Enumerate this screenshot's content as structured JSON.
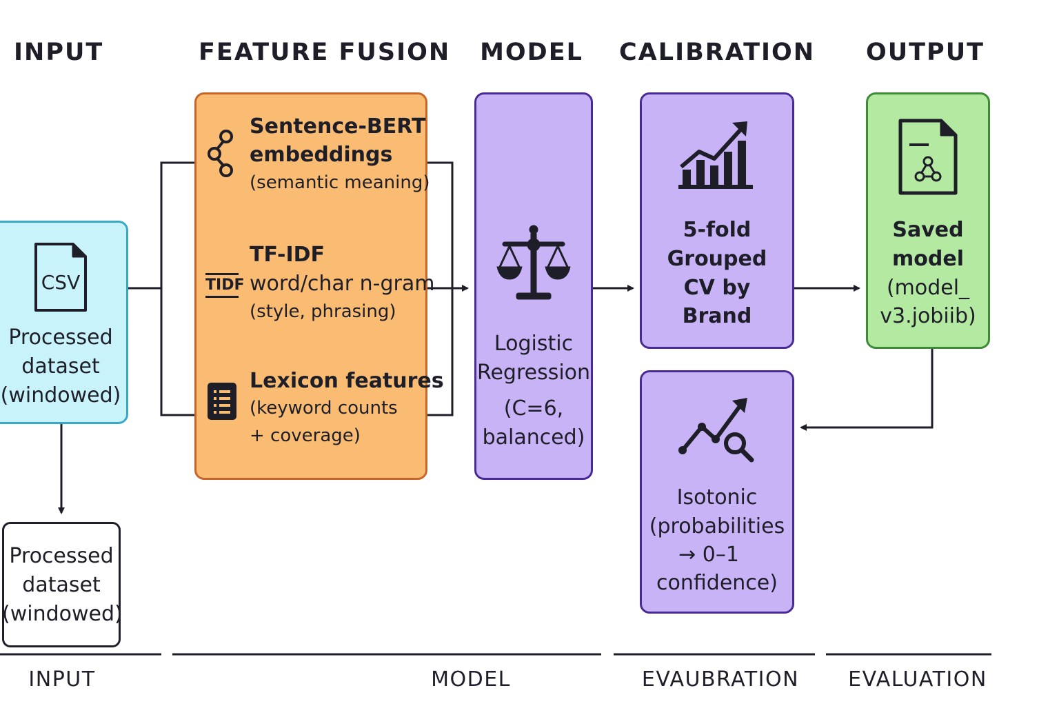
{
  "headers": {
    "input": "INPUT",
    "fusion": "FEATURE FUSION",
    "model": "MODEL",
    "calibration": "CALIBRATION",
    "output": "OUTPUT"
  },
  "input_box": {
    "icon_label": "CSV",
    "line1": "Processed",
    "line2": "dataset",
    "line3": "(windowed)"
  },
  "input_box_2": {
    "line1": "Processed",
    "line2": "dataset",
    "line3": "(windowed)"
  },
  "fusion": {
    "sbert": {
      "title1": "Sentence-BERT",
      "title2": "embeddings",
      "sub": "(semantic meaning)",
      "icon": "graph-nodes-icon"
    },
    "tfidf": {
      "title1": "TF-IDF",
      "title2": "word/char n-gram",
      "sub": "(style, phrasing)",
      "icon_label": "TIDF"
    },
    "lexicon": {
      "title": "Lexicon features",
      "sub1": "(keyword counts",
      "sub2": "+ coverage)",
      "icon": "list-icon"
    }
  },
  "model_box": {
    "icon": "scale-icon",
    "line1": "Logistic",
    "line2": "Regression",
    "line3": "(C=6,",
    "line4": "balanced)"
  },
  "cv_box": {
    "icon": "growth-chart-icon",
    "line1": "5-fold",
    "line2": "Grouped",
    "line3": "CV by",
    "line4": "Brand"
  },
  "iso_box": {
    "icon": "trend-search-icon",
    "line1": "Isotonic",
    "line2": "(probabilities",
    "line3": "→ 0–1",
    "line4": "confidence)"
  },
  "output_box": {
    "icon": "model-file-icon",
    "line1": "Saved",
    "line2": "model",
    "line3": "(model_",
    "line4": "v3.jobiib)"
  },
  "footer": {
    "input": "INPUT",
    "model": "MODEL",
    "evaubration": "EVAUBRATION",
    "evaluation": "EVALUATION"
  },
  "colors": {
    "input_fill": "#c9f3fa",
    "input_border": "#39a8c7",
    "fusion_fill": "#f9bc72",
    "fusion_border": "#c6662a",
    "purple_fill": "#c9b3f7",
    "purple_border": "#4a2a94",
    "output_fill": "#b4e9a2",
    "output_border": "#3e8a36",
    "ink": "#1e1e28"
  }
}
